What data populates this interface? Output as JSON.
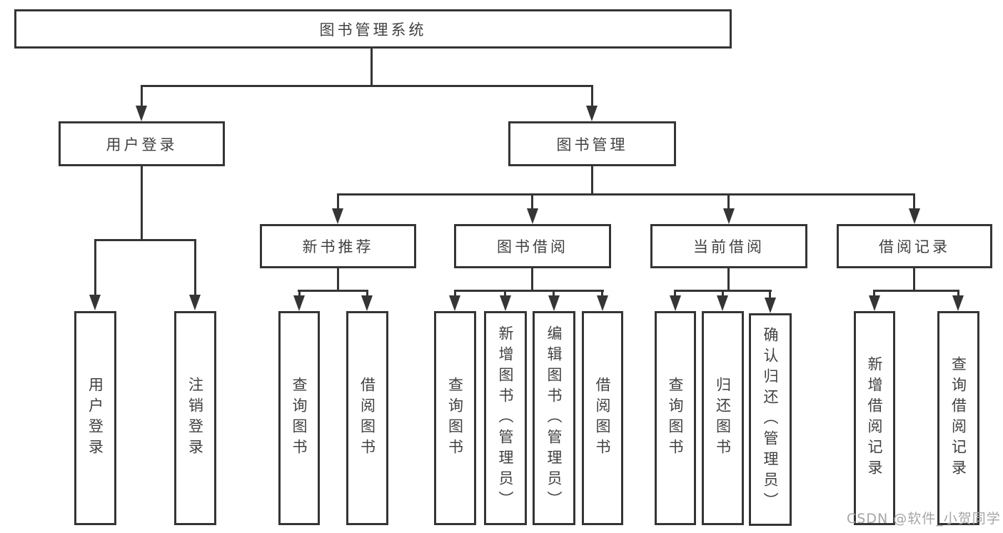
{
  "diagram_type": "hierarchy-tree",
  "tree": {
    "label": "图书管理系统",
    "children": [
      {
        "label": "用户登录",
        "children": [
          {
            "label": "用户登录"
          },
          {
            "label": "注销登录"
          }
        ]
      },
      {
        "label": "图书管理",
        "children": [
          {
            "label": "新书推荐",
            "children": [
              {
                "label": "查询图书"
              },
              {
                "label": "借阅图书"
              }
            ]
          },
          {
            "label": "图书借阅",
            "children": [
              {
                "label": "查询图书"
              },
              {
                "label": "新增图书（管理员）"
              },
              {
                "label": "编辑图书（管理员）"
              },
              {
                "label": "借阅图书"
              }
            ]
          },
          {
            "label": "当前借阅",
            "children": [
              {
                "label": "查询图书"
              },
              {
                "label": "归还图书"
              },
              {
                "label": "确认归还（管理员）"
              }
            ]
          },
          {
            "label": "借阅记录",
            "children": [
              {
                "label": "新增借阅记录"
              },
              {
                "label": "查询借阅记录"
              }
            ]
          }
        ]
      }
    ]
  },
  "watermark": "CSDN @软件_小贺同学",
  "colors": {
    "line": "#353535",
    "text": "#414141",
    "watermark": "#a6a6a6",
    "background": "#ffffff"
  }
}
